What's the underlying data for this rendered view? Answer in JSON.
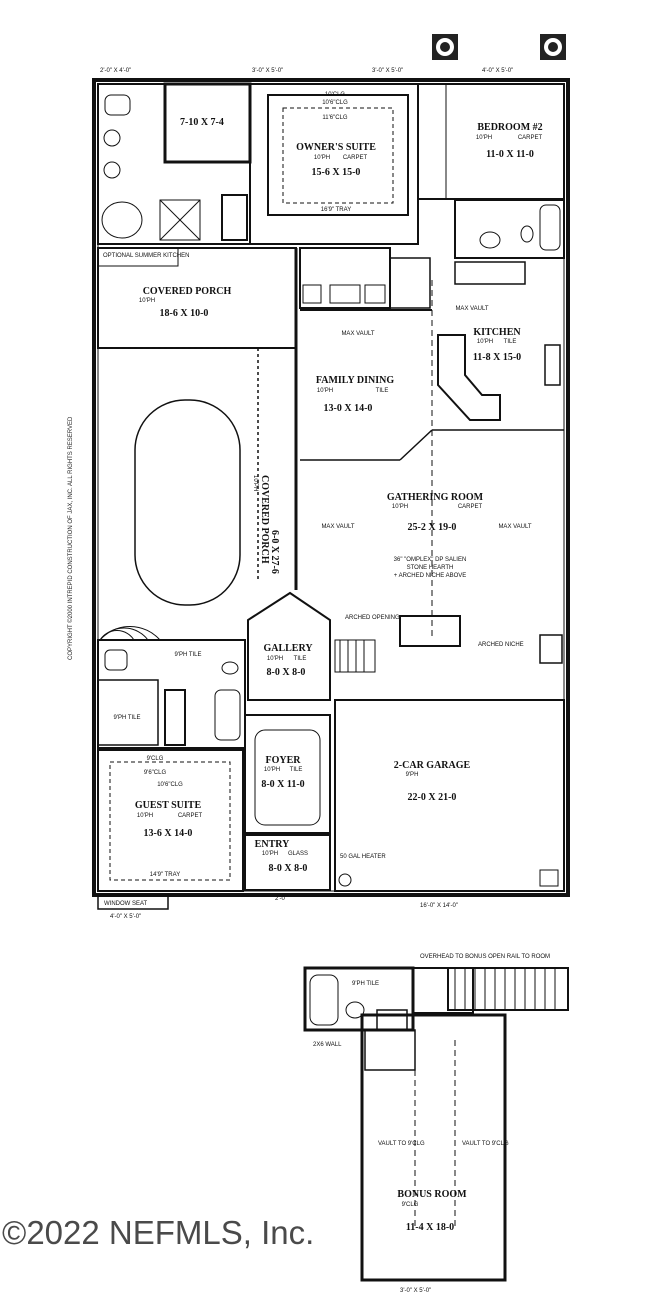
{
  "main_plan": {
    "bath_closet": {
      "size": "7-10 X 7-4"
    },
    "owners_suite": {
      "name": "OWNER'S SUITE",
      "ceiling": "10'PH",
      "floor": "CARPET",
      "size": "15-6 X 15-0",
      "tray": "16'9\" TRAY",
      "clg1": "10'CLG",
      "clg2": "10'6\"CLG",
      "clg3": "11'6\"CLG"
    },
    "bedroom2": {
      "name": "BEDROOM #2",
      "ceiling": "10'PH",
      "floor": "CARPET",
      "size": "11-0 X 11-0"
    },
    "covered_porch_top": {
      "name": "COVERED PORCH",
      "ceiling": "10'PH",
      "size": "18-6 X 10-0"
    },
    "optional_kitchen": "OPTIONAL SUMMER KITCHEN",
    "family_dining": {
      "name": "FAMILY DINING",
      "ceiling": "10'PH",
      "floor": "TILE",
      "size": "13-0 X 14-0"
    },
    "kitchen": {
      "name": "KITCHEN",
      "ceiling": "10'PH",
      "floor": "TILE",
      "size": "11-8 X 15-0"
    },
    "gathering_room": {
      "name": "GATHERING ROOM",
      "ceiling": "10'PH",
      "floor": "CARPET",
      "size": "25-2 X 19-0",
      "note1": "36\" \"OMPLEX\" DP SALIEN",
      "note2": "STONE HEARTH",
      "note3": "+ ARCHED NICHE ABOVE"
    },
    "max_vault": "MAX VAULT",
    "covered_porch_side": {
      "name": "COVERED PORCH",
      "ceiling": "10'PH",
      "size": "6-0 X 27-6"
    },
    "gallery": {
      "name": "GALLERY",
      "ceiling": "10'PH",
      "floor": "TILE",
      "size": "8-0 X 8-0"
    },
    "foyer": {
      "name": "FOYER",
      "ceiling": "10'PH",
      "floor": "TILE",
      "size": "8-0 X 11-0"
    },
    "entry": {
      "name": "ENTRY",
      "ceiling": "10'PH",
      "floor": "GLASS",
      "size": "8-0 X 8-0"
    },
    "garage": {
      "name": "2-CAR GARAGE",
      "ceiling": "9'PH",
      "size": "22-0 X 21-0"
    },
    "guest_suite": {
      "name": "GUEST SUITE",
      "ceiling": "10'PH",
      "floor": "CARPET",
      "size": "13-6 X 14-0",
      "tray": "14'9\" TRAY",
      "clg1": "9'CLG",
      "clg2": "9'6\"CLG",
      "clg3": "10'6\"CLG"
    },
    "bath_tile": "9'PH TILE",
    "wic": "9'PH TILE",
    "water_heater": "50 GAL HEATER",
    "arched_opening": "ARCHED OPENING",
    "arched_niche": "ARCHED NICHE",
    "window_under_seat": "WINDOW SEAT",
    "copyright": "COPYRIGHT ©2000 INTREPID CONSTRUCTION OF JAX, INC. ALL RIGHTS RESERVED"
  },
  "dimensions": {
    "top": [
      "2'-0\" X 4'-0\"",
      "3'-0\" X 5'-0\"",
      "3'-0\" X 5'-0\"",
      "4'-0\" X 5'-0\""
    ],
    "bottom_main": [
      "4'-0\" X 5'-0\"",
      "2'-0\"",
      "16'-0\" X 14'-0\""
    ],
    "bonus_bottom": "3'-0\" X 5'-0\""
  },
  "bonus_plan": {
    "bonus_room": {
      "name": "BONUS ROOM",
      "ceiling": "9'CLG",
      "size": "11-4 X 18-0"
    },
    "vault_left": "VAULT TO 9'CLG",
    "vault_right": "VAULT TO 9'CLG",
    "stair_note": "OVERHEAD TO BONUS OPEN RAIL TO ROOM",
    "wall_note": "2X6 WALL",
    "bath_label": "9'PH TILE"
  },
  "watermark": "©2022 NEFMLS, Inc."
}
